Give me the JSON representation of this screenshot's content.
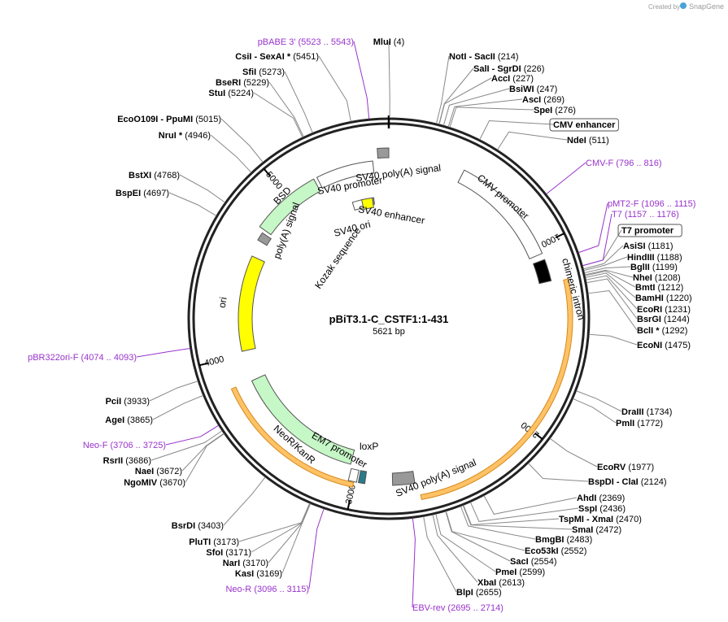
{
  "branding": {
    "created_by": "Created by",
    "app": "SnapGene"
  },
  "plasmid": {
    "name": "pBiT3.1-C_CSTF1:1-431",
    "length_label": "5621 bp",
    "length": 5621
  },
  "ticks": [
    {
      "bp": 1000,
      "label": "1000"
    },
    {
      "bp": 2000,
      "label": "2000"
    },
    {
      "bp": 3000,
      "label": "3000"
    },
    {
      "bp": 4000,
      "label": "4000"
    },
    {
      "bp": 5000,
      "label": "5000"
    }
  ],
  "sites_top": [
    {
      "label": "MluI",
      "pos": "(4)",
      "bp": 4
    }
  ],
  "sites_right": [
    {
      "label": "NotI  - SacII",
      "pos": "(214)",
      "bp": 214
    },
    {
      "label": "SalI  - SgrDI",
      "pos": "(226)",
      "bp": 226
    },
    {
      "label": "AccI",
      "pos": "(227)",
      "bp": 227
    },
    {
      "label": "BsiWI",
      "pos": "(247)",
      "bp": 247
    },
    {
      "label": "AscI",
      "pos": "(269)",
      "bp": 269
    },
    {
      "label": "SpeI",
      "pos": "(276)",
      "bp": 276
    },
    {
      "label": "CMV enhancer",
      "pos": "",
      "bp": 420,
      "boxed": true
    },
    {
      "label": "NdeI",
      "pos": "(511)",
      "bp": 511
    },
    {
      "label": "T7 promoter",
      "pos": "",
      "bp": 1166,
      "boxed": true
    },
    {
      "label": "AsiSI",
      "pos": "(1181)",
      "bp": 1181
    },
    {
      "label": "HindIII",
      "pos": "(1188)",
      "bp": 1188
    },
    {
      "label": "BglII",
      "pos": "(1199)",
      "bp": 1199
    },
    {
      "label": "NheI",
      "pos": "(1208)",
      "bp": 1208
    },
    {
      "label": "BmtI",
      "pos": "(1212)",
      "bp": 1212
    },
    {
      "label": "BamHI",
      "pos": "(1220)",
      "bp": 1220
    },
    {
      "label": "EcoRI",
      "pos": "(1231)",
      "bp": 1231
    },
    {
      "label": "BsrGI",
      "pos": "(1244)",
      "bp": 1244
    },
    {
      "label": "BclI *",
      "pos": "(1292)",
      "bp": 1292
    },
    {
      "label": "EcoNI",
      "pos": "(1475)",
      "bp": 1475
    },
    {
      "label": "DraIII",
      "pos": "(1734)",
      "bp": 1734
    },
    {
      "label": "PmlI",
      "pos": "(1772)",
      "bp": 1772
    },
    {
      "label": "EcoRV",
      "pos": "(1977)",
      "bp": 1977
    },
    {
      "label": "BspDI  - ClaI",
      "pos": "(2124)",
      "bp": 2124
    },
    {
      "label": "AhdI",
      "pos": "(2369)",
      "bp": 2369
    },
    {
      "label": "SspI",
      "pos": "(2436)",
      "bp": 2436
    },
    {
      "label": "TspMI  - XmaI",
      "pos": "(2470)",
      "bp": 2470
    },
    {
      "label": "SmaI",
      "pos": "(2472)",
      "bp": 2472
    },
    {
      "label": "BmgBI",
      "pos": "(2483)",
      "bp": 2483
    },
    {
      "label": "Eco53kI",
      "pos": "(2552)",
      "bp": 2552
    },
    {
      "label": "SacI",
      "pos": "(2554)",
      "bp": 2554
    },
    {
      "label": "PmeI",
      "pos": "(2599)",
      "bp": 2599
    },
    {
      "label": "XbaI",
      "pos": "(2613)",
      "bp": 2613
    },
    {
      "label": "BlpI",
      "pos": "(2655)",
      "bp": 2655
    }
  ],
  "sites_left": [
    {
      "label": "CsiI  - SexAI *",
      "pos": "(5451)",
      "bp": 5451
    },
    {
      "label": "SfiI",
      "pos": "(5273)",
      "bp": 5273
    },
    {
      "label": "BseRI",
      "pos": "(5229)",
      "bp": 5229
    },
    {
      "label": "StuI",
      "pos": "(5224)",
      "bp": 5224
    },
    {
      "label": "EcoO109I  - PpuMI",
      "pos": "(5015)",
      "bp": 5015
    },
    {
      "label": "NruI *",
      "pos": "(4946)",
      "bp": 4946
    },
    {
      "label": "BstXI",
      "pos": "(4768)",
      "bp": 4768
    },
    {
      "label": "BspEI",
      "pos": "(4697)",
      "bp": 4697
    },
    {
      "label": "PciI",
      "pos": "(3933)",
      "bp": 3933
    },
    {
      "label": "AgeI",
      "pos": "(3865)",
      "bp": 3865
    },
    {
      "label": "RsrII",
      "pos": "(3686)",
      "bp": 3686
    },
    {
      "label": "NaeI",
      "pos": "(3672)",
      "bp": 3672
    },
    {
      "label": "NgoMIV",
      "pos": "(3670)",
      "bp": 3670
    },
    {
      "label": "BsrDI",
      "pos": "(3403)",
      "bp": 3403
    },
    {
      "label": "PluTI",
      "pos": "(3173)",
      "bp": 3173
    },
    {
      "label": "SfoI",
      "pos": "(3171)",
      "bp": 3171
    },
    {
      "label": "NarI",
      "pos": "(3170)",
      "bp": 3170
    },
    {
      "label": "KasI",
      "pos": "(3169)",
      "bp": 3169
    }
  ],
  "primers": [
    {
      "label": "pBABE 3'",
      "pos": "(5523 .. 5543)",
      "bp": 5533
    },
    {
      "label": "CMV-F",
      "pos": "(796 .. 816)",
      "bp": 806
    },
    {
      "label": "pMT2-F",
      "pos": "(1096 .. 1115)",
      "bp": 1105
    },
    {
      "label": "T7",
      "pos": "(1157 .. 1176)",
      "bp": 1166
    },
    {
      "label": "pBR322ori-F",
      "pos": "(4074 .. 4093)",
      "bp": 4083
    },
    {
      "label": "Neo-F",
      "pos": "(3706 .. 3725)",
      "bp": 3715
    },
    {
      "label": "Neo-R",
      "pos": "(3096 .. 3115)",
      "bp": 3105
    },
    {
      "label": "EBV-rev",
      "pos": "(2695 .. 2714)",
      "bp": 2704
    }
  ],
  "features": [
    {
      "label": "CMV promoter",
      "start": 420,
      "end": 1045,
      "color": "#ffffff",
      "direction": "cw"
    },
    {
      "label": "chimeric intron",
      "start": 1080,
      "end": 1200,
      "color": "#000000",
      "direction": "none"
    },
    {
      "label": "",
      "start": 1210,
      "end": 2650,
      "color": "#ffc266",
      "direction": "cw"
    },
    {
      "label": "SV40 poly(A) signal",
      "start": 2670,
      "end": 2790,
      "color": "#999999",
      "direction": "none"
    },
    {
      "label": "loxP",
      "start": 2940,
      "end": 2975,
      "color": "#2a7a8a",
      "direction": "none"
    },
    {
      "label": "EM7 promoter",
      "start": 2985,
      "end": 3030,
      "color": "#ffffff",
      "direction": "ccw"
    },
    {
      "label": "NeoR/KanR",
      "start": 3040,
      "end": 3835,
      "color": "#c6f7c6",
      "direction": "ccw"
    },
    {
      "label": "",
      "start": 3000,
      "end": 3840,
      "color": "#ffc266",
      "direction": "ccw"
    },
    {
      "label": "ori",
      "start": 4020,
      "end": 4600,
      "color": "#ffff00",
      "direction": "ccw"
    },
    {
      "label": "poly(A) signal",
      "start": 4700,
      "end": 4750,
      "color": "#999999",
      "direction": "none"
    },
    {
      "label": "BSD",
      "start": 4770,
      "end": 5180,
      "color": "#c6f7c6",
      "direction": "ccw"
    },
    {
      "label": "SV40 poly(A) signal",
      "start": 5560,
      "end": 5621,
      "color": "#999999",
      "direction": "none"
    },
    {
      "label": "SV40 promoter",
      "start": 5200,
      "end": 5530,
      "color": "#ffffff",
      "direction": "ccw"
    },
    {
      "label": "SV40 enhancer",
      "start": 5350,
      "end": 5480,
      "color": "#ffffff",
      "direction": "none"
    },
    {
      "label": "SV40 ori",
      "start": 5420,
      "end": 5500,
      "color": "#ffff00",
      "direction": "none"
    },
    {
      "label": "Kozak sequence",
      "start": 5500,
      "end": 5510,
      "color": "#999999",
      "direction": "none"
    }
  ]
}
